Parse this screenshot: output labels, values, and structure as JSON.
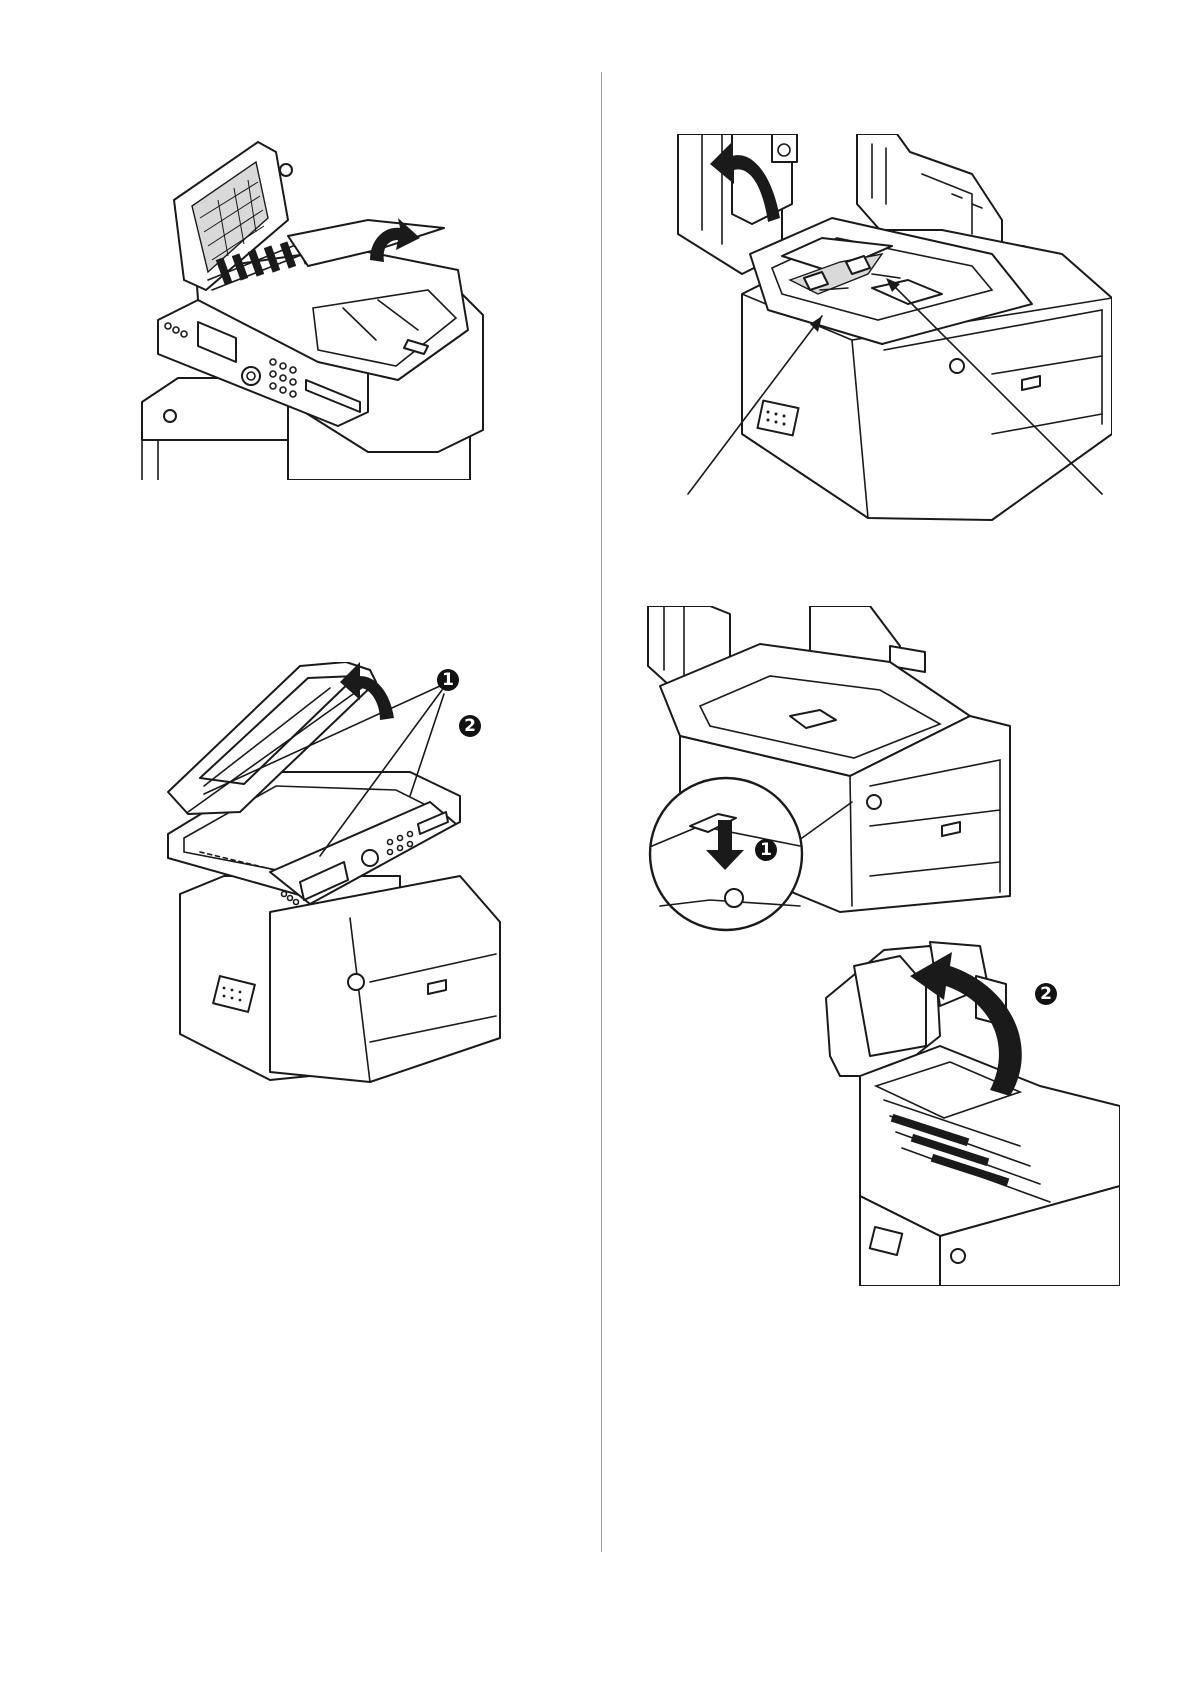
{
  "callouts": {
    "fig3_step1": "1",
    "fig3_step2": "2",
    "fig4_step1": "1",
    "fig4_step2": "2"
  },
  "figures": [
    {
      "icon": "adf-open-jam-illustration"
    },
    {
      "icon": "scanner-unit-raised-illustration"
    },
    {
      "icon": "document-glass-open-illustration"
    },
    {
      "icon": "top-cover-release-illustration"
    }
  ]
}
